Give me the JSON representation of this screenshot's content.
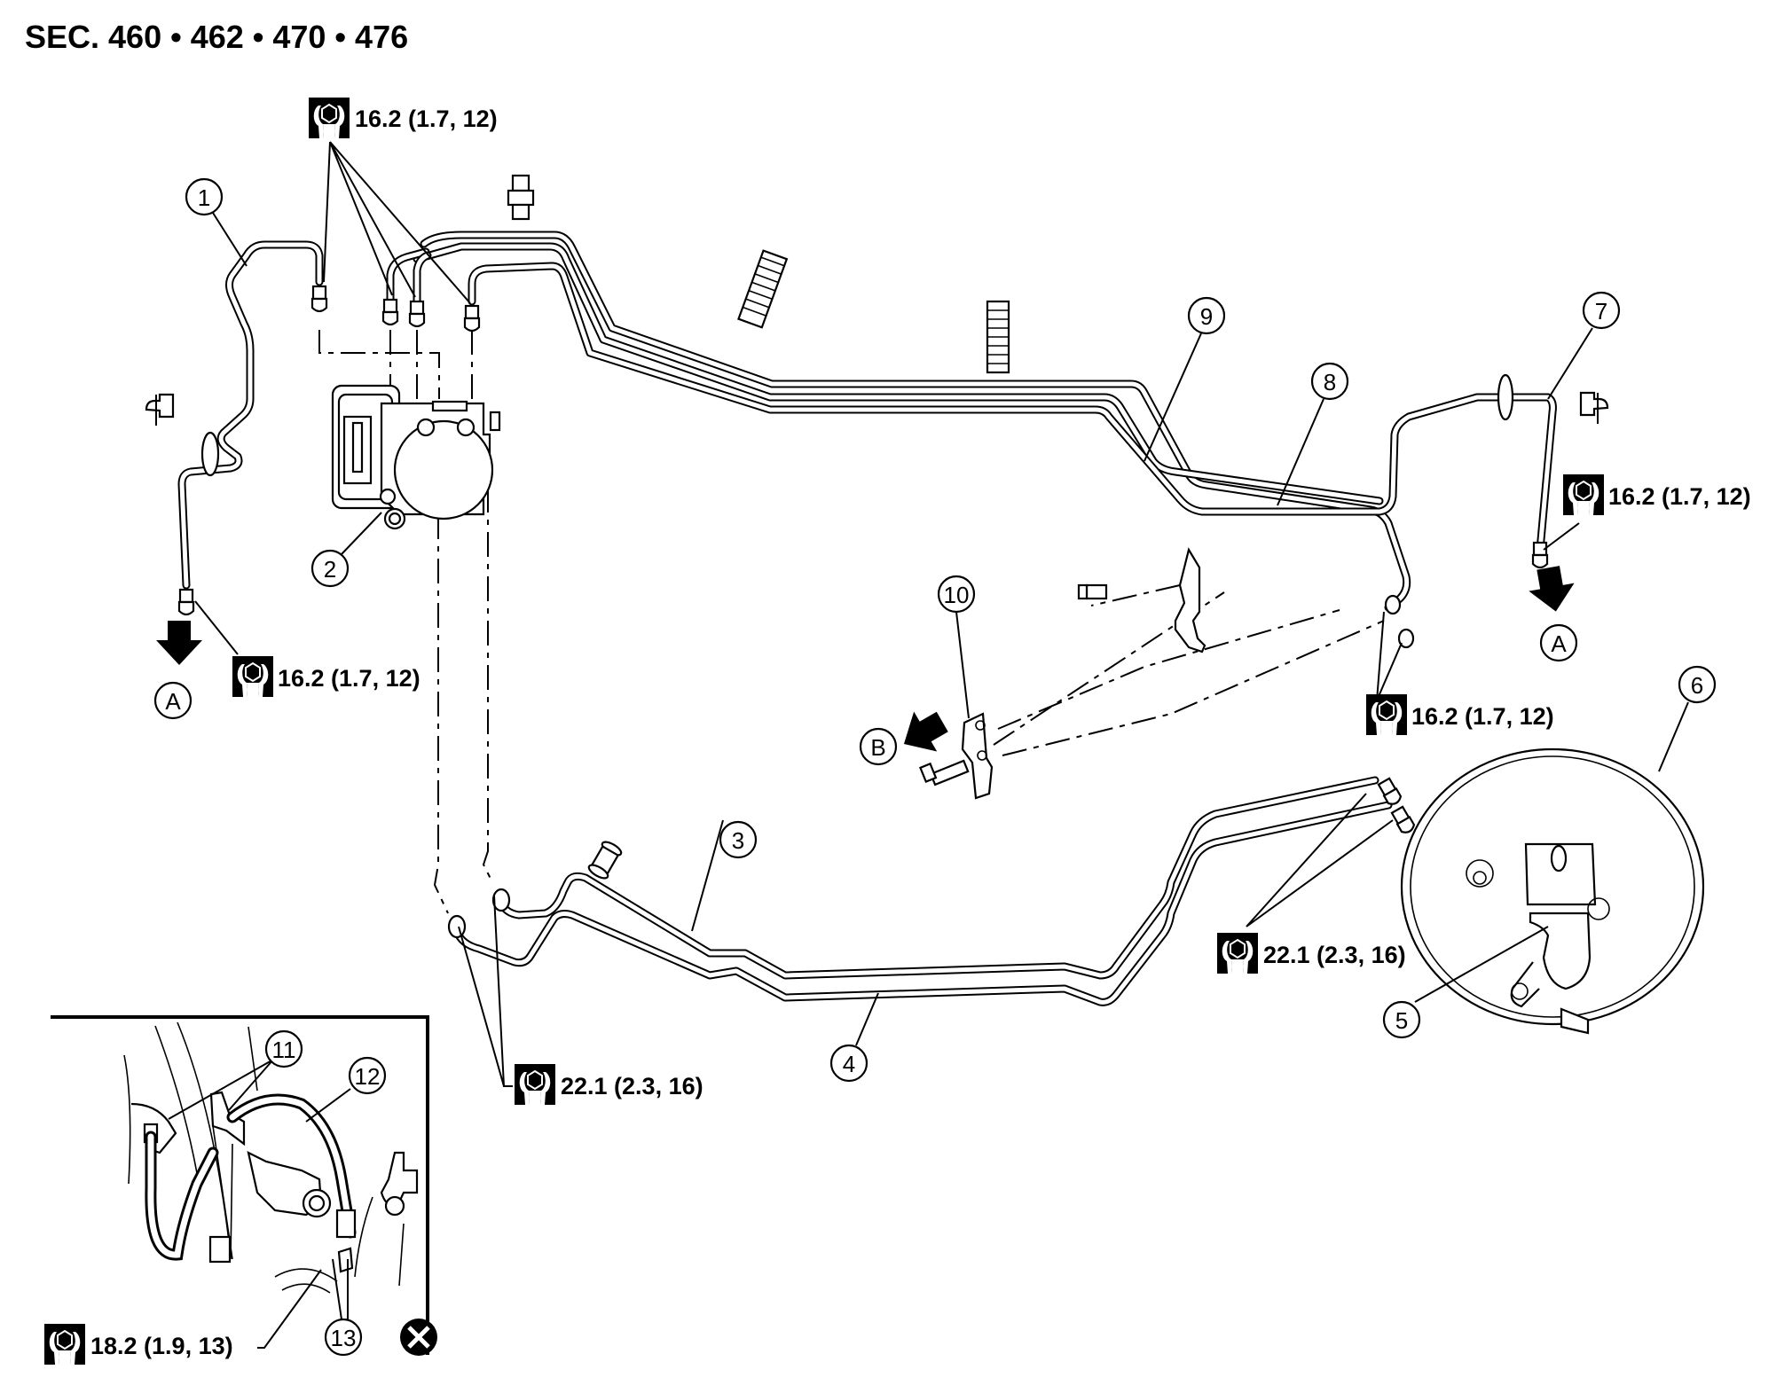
{
  "header": {
    "section_title": "SEC. 460 • 462 • 470 • 476"
  },
  "callouts": [
    {
      "id": "1"
    },
    {
      "id": "2"
    },
    {
      "id": "3"
    },
    {
      "id": "4"
    },
    {
      "id": "5"
    },
    {
      "id": "6"
    },
    {
      "id": "7"
    },
    {
      "id": "8"
    },
    {
      "id": "9"
    },
    {
      "id": "10"
    },
    {
      "id": "11"
    },
    {
      "id": "12"
    },
    {
      "id": "13"
    }
  ],
  "reference_markers": {
    "a_left": "A",
    "a_right": "A",
    "b": "B"
  },
  "torque_specs": {
    "actuator_top": "16.2 (1.7, 12)",
    "front_left": "16.2 (1.7, 12)",
    "front_right": "16.2 (1.7, 12)",
    "connector_right": "16.2 (1.7, 12)",
    "master_cylinder": "22.1 (2.3, 16)",
    "actuator_bottom": "22.1 (2.3, 16)",
    "inset_hose": "18.2 (1.9, 13)"
  },
  "icons": {
    "torque": "wrench-hex-icon",
    "arrow": "direction-arrow-icon",
    "non_reusable": "crossed-circle-icon"
  }
}
